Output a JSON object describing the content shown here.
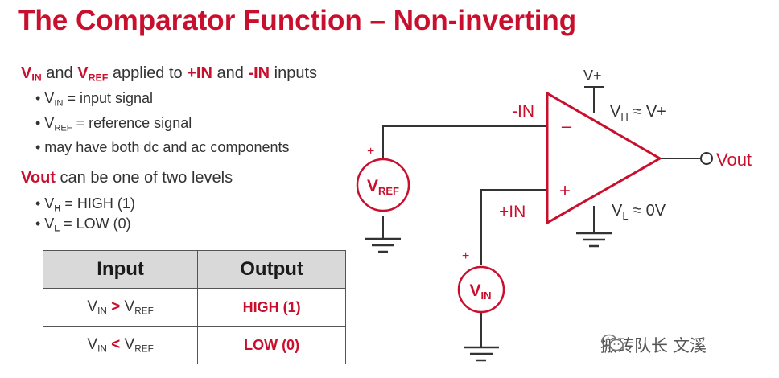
{
  "title": "The Comparator Function – Non-inverting",
  "intro": {
    "vin_v": "V",
    "vin_sub": "IN",
    "and1": " and ",
    "vref_v": "V",
    "vref_sub": "REF",
    "applied": " applied to ",
    "plus_in": "+IN",
    "and2": " and ",
    "minus_in": "-IN",
    "inputs": " inputs"
  },
  "bullets1": [
    {
      "pre": "• V",
      "sub": "IN",
      "post": " = input signal"
    },
    {
      "pre": "• V",
      "sub": "REF",
      "post": " = reference signal"
    },
    {
      "pre": "• may have both dc and ac components",
      "sub": "",
      "post": ""
    }
  ],
  "vout_heading": {
    "vout": "Vout",
    "rest": " can be one of two levels"
  },
  "bullets2": [
    {
      "pre": "• V",
      "sub": "H",
      "post": " = HIGH (1)"
    },
    {
      "pre": "• V",
      "sub": "L",
      "post": " = LOW (0)"
    }
  ],
  "table": {
    "headers": [
      "Input",
      "Output"
    ],
    "rows": [
      {
        "a": "V",
        "a_sub": "IN",
        "op": " > ",
        "b": "V",
        "b_sub": "REF",
        "output": "HIGH (1)"
      },
      {
        "a": "V",
        "a_sub": "IN",
        "op": " < ",
        "b": "V",
        "b_sub": "REF",
        "output": "LOW (0)"
      }
    ]
  },
  "circuit": {
    "minus_input_label": "-IN",
    "plus_input_label": "+IN",
    "minus_sign": "–",
    "plus_sign": "+",
    "supply_label": "V+",
    "vh_label_v": "V",
    "vh_label_sub": "H",
    "vh_label_rest": " ≈ V+",
    "vl_label_v": "V",
    "vl_label_sub": "L",
    "vl_label_rest": " ≈ 0V",
    "output_label": "Vout",
    "vref_source": {
      "v": "V",
      "sub": "REF",
      "polarity": "+"
    },
    "vin_source": {
      "v": "V",
      "sub": "IN",
      "polarity": "+"
    }
  },
  "watermark": "搬砖队长 文溪",
  "colors": {
    "accent": "#c8102e",
    "text": "#333333",
    "table_header": "#d9d9d9"
  }
}
